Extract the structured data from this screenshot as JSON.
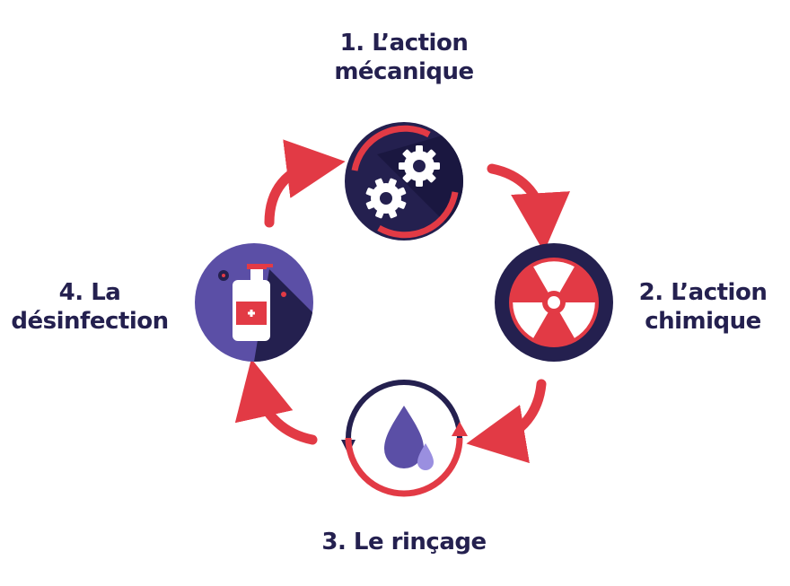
{
  "steps": [
    {
      "lines": [
        "1. L’action",
        "mécanique"
      ],
      "icon": "gears-icon"
    },
    {
      "lines": [
        "2. L’action",
        "chimique"
      ],
      "icon": "chemical-hazard-icon"
    },
    {
      "lines": [
        "3. Le rinçage"
      ],
      "icon": "water-drop-icon"
    },
    {
      "lines": [
        "4. La",
        "désinfection"
      ],
      "icon": "sanitizer-bottle-icon"
    }
  ],
  "colors": {
    "navy": "#24204f",
    "red": "#e23a45",
    "purple": "#5b4fa6",
    "white": "#ffffff"
  }
}
